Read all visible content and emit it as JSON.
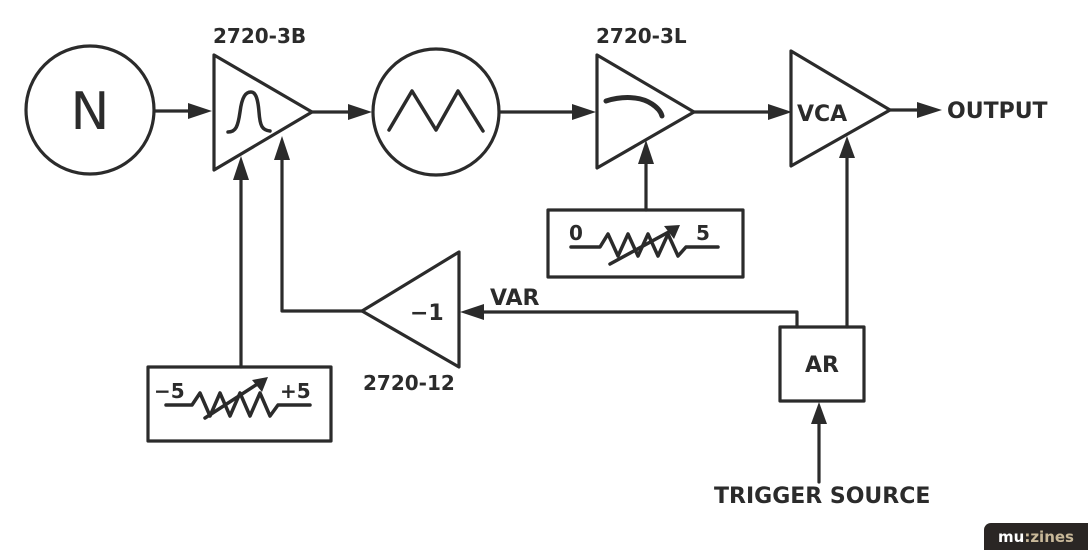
{
  "diagram": {
    "blocks": {
      "noise": {
        "label": "N",
        "icon": "noise-source-icon"
      },
      "filter": {
        "part_number": "2720-3B",
        "icon": "bandpass-curve-icon"
      },
      "triangle_osc": {
        "icon": "triangle-wave-icon"
      },
      "lowpass": {
        "part_number": "2720-3L",
        "icon": "lowpass-curve-icon"
      },
      "vca": {
        "label": "VCA"
      },
      "inverter": {
        "label": "−1",
        "part_number": "2720-12"
      },
      "envelope": {
        "label": "AR"
      },
      "pot_bias": {
        "min_label": "−5",
        "max_label": "+5",
        "icon": "variable-resistor-icon"
      },
      "pot_cutoff": {
        "min_label": "0",
        "max_label": "5",
        "icon": "variable-resistor-icon"
      }
    },
    "signals": {
      "output": "OUTPUT",
      "var": "VAR",
      "trigger": "TRIGGER SOURCE"
    }
  },
  "watermark": {
    "prefix": "mu",
    "suffix": ":zines",
    "colors": {
      "bg": "#2a2624",
      "prefix": "#ffffff",
      "suffix": "#c9b99a"
    }
  }
}
